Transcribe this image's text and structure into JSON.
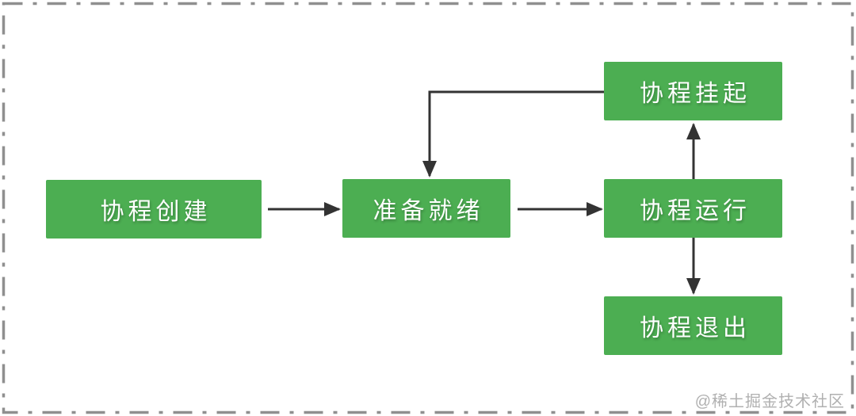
{
  "diagram": {
    "type": "state-flowchart",
    "subject": "coroutine lifecycle",
    "nodes": [
      {
        "id": "create",
        "label": "协程创建"
      },
      {
        "id": "ready",
        "label": "准备就绪"
      },
      {
        "id": "suspended",
        "label": "协程挂起"
      },
      {
        "id": "running",
        "label": "协程运行"
      },
      {
        "id": "exited",
        "label": "协程退出"
      }
    ],
    "edges": [
      {
        "from": "create",
        "to": "ready",
        "style": "straight-right"
      },
      {
        "from": "ready",
        "to": "running",
        "style": "straight-right"
      },
      {
        "from": "running",
        "to": "suspended",
        "style": "straight-up"
      },
      {
        "from": "running",
        "to": "exited",
        "style": "straight-down"
      },
      {
        "from": "suspended",
        "to": "ready",
        "style": "elbow-left-down"
      }
    ],
    "colors": {
      "node_fill": "#4cae52",
      "node_text": "#ffffff",
      "arrow": "#333333",
      "border": "#8f8f8f",
      "watermark": "#b0b0b0",
      "background": "#ffffff"
    },
    "watermark": "@稀土掘金技术社区"
  }
}
